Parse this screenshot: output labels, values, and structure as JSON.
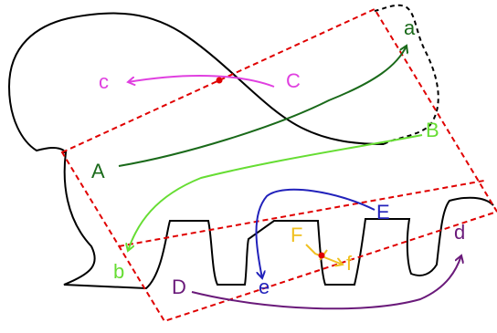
{
  "colors": {
    "outline": "#000000",
    "frame": "#e00000",
    "magenta": "#e040e0",
    "dark_green": "#1a6a1a",
    "light_green": "#66dd33",
    "blue": "#2222bb",
    "yellow": "#f0c020",
    "purple": "#6a1a7a"
  },
  "labels": {
    "a": "a",
    "A": "A",
    "b": "b",
    "B": "B",
    "c": "c",
    "C": "C",
    "d": "d",
    "D": "D",
    "e": "e",
    "E": "E",
    "f": "f",
    "F": "F"
  }
}
